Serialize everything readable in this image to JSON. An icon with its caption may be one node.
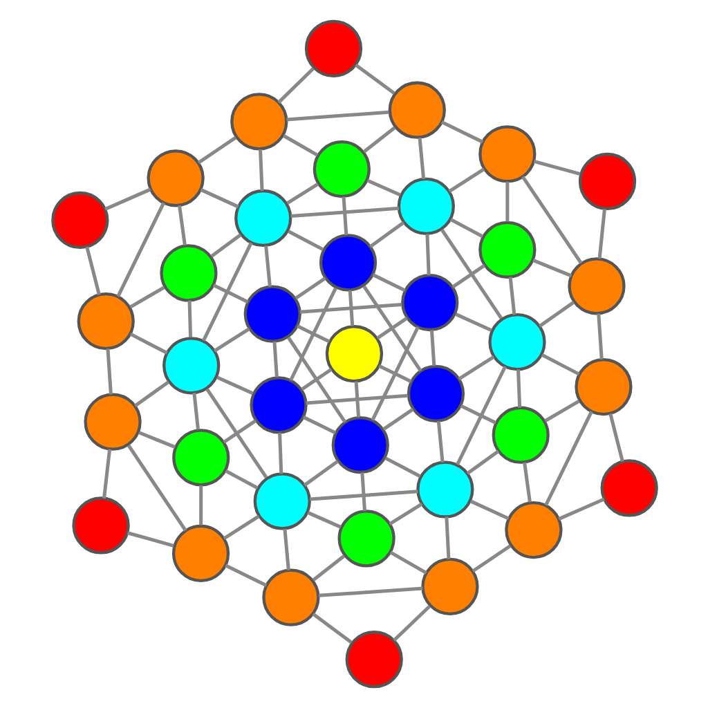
{
  "diagram": {
    "nodes": [
      {
        "text": [],
        "shape": "circle"
      },
      {
        "text": [],
        "shape": "circle"
      },
      {
        "text": [],
        "shape": "circle"
      },
      {
        "text": [],
        "shape": "circle"
      },
      {
        "text": [],
        "shape": "circle"
      },
      {
        "text": [],
        "shape": "circle"
      },
      {
        "text": [],
        "shape": "circle"
      },
      {
        "text": [],
        "shape": "circle"
      },
      {
        "text": [],
        "shape": "circle"
      },
      {
        "text": [],
        "shape": "circle"
      },
      {
        "text": [],
        "shape": "circle"
      },
      {
        "text": [],
        "shape": "circle"
      },
      {
        "text": [],
        "shape": "circle"
      },
      {
        "text": [],
        "shape": "circle"
      },
      {
        "text": [],
        "shape": "circle"
      },
      {
        "text": [],
        "shape": "circle"
      },
      {
        "text": [],
        "shape": "circle"
      },
      {
        "text": [],
        "shape": "circle"
      },
      {
        "text": [],
        "shape": "circle"
      },
      {
        "text": [],
        "shape": "circle"
      },
      {
        "text": [],
        "shape": "circle"
      },
      {
        "text": [],
        "shape": "circle"
      },
      {
        "text": [],
        "shape": "circle"
      },
      {
        "text": [],
        "shape": "circle"
      },
      {
        "text": [],
        "shape": "circle"
      },
      {
        "text": [],
        "shape": "circle"
      },
      {
        "text": [],
        "shape": "circle"
      },
      {
        "text": [],
        "shape": "circle"
      },
      {
        "text": [],
        "shape": "circle"
      },
      {
        "text": [],
        "shape": "circle"
      },
      {
        "text": [],
        "shape": "circle"
      },
      {
        "text": [],
        "shape": "circle"
      },
      {
        "text": [],
        "shape": "circle"
      },
      {
        "text": [],
        "shape": "circle"
      },
      {
        "text": [],
        "shape": "circle"
      },
      {
        "text": [],
        "shape": "circle"
      },
      {
        "text": [],
        "shape": "circle"
      }
    ],
    "edges": [
      {
        "from": 0,
        "to": 1,
        "arrow": "none"
      },
      {
        "from": 0,
        "to": 4,
        "arrow": "none"
      },
      {
        "from": 1,
        "to": 2,
        "arrow": "none"
      },
      {
        "from": 1,
        "to": 4,
        "arrow": "none"
      },
      {
        "from": 1,
        "to": 5,
        "arrow": "none"
      },
      {
        "from": 1,
        "to": 6,
        "arrow": "none"
      },
      {
        "from": 2,
        "to": 3,
        "arrow": "none"
      },
      {
        "from": 2,
        "to": 6,
        "arrow": "none"
      },
      {
        "from": 2,
        "to": 7,
        "arrow": "none"
      },
      {
        "from": 2,
        "to": 8,
        "arrow": "none"
      },
      {
        "from": 3,
        "to": 8,
        "arrow": "none"
      },
      {
        "from": 4,
        "to": 5,
        "arrow": "none"
      },
      {
        "from": 4,
        "to": 9,
        "arrow": "none"
      },
      {
        "from": 4,
        "to": 10,
        "arrow": "none"
      },
      {
        "from": 5,
        "to": 6,
        "arrow": "none"
      },
      {
        "from": 5,
        "to": 10,
        "arrow": "none"
      },
      {
        "from": 5,
        "to": 11,
        "arrow": "none"
      },
      {
        "from": 6,
        "to": 7,
        "arrow": "none"
      },
      {
        "from": 6,
        "to": 10,
        "arrow": "none"
      },
      {
        "from": 6,
        "to": 11,
        "arrow": "none"
      },
      {
        "from": 6,
        "to": 12,
        "arrow": "none"
      },
      {
        "from": 6,
        "to": 13,
        "arrow": "none"
      },
      {
        "from": 7,
        "to": 8,
        "arrow": "none"
      },
      {
        "from": 7,
        "to": 12,
        "arrow": "none"
      },
      {
        "from": 7,
        "to": 13,
        "arrow": "none"
      },
      {
        "from": 8,
        "to": 13,
        "arrow": "none"
      },
      {
        "from": 8,
        "to": 14,
        "arrow": "none"
      },
      {
        "from": 9,
        "to": 10,
        "arrow": "none"
      },
      {
        "from": 9,
        "to": 15,
        "arrow": "none"
      },
      {
        "from": 9,
        "to": 16,
        "arrow": "none"
      },
      {
        "from": 9,
        "to": 22,
        "arrow": "none"
      },
      {
        "from": 10,
        "to": 11,
        "arrow": "none"
      },
      {
        "from": 10,
        "to": 16,
        "arrow": "none"
      },
      {
        "from": 10,
        "to": 17,
        "arrow": "none"
      },
      {
        "from": 10,
        "to": 23,
        "arrow": "none"
      },
      {
        "from": 11,
        "to": 12,
        "arrow": "none"
      },
      {
        "from": 11,
        "to": 17,
        "arrow": "none"
      },
      {
        "from": 11,
        "to": 18,
        "arrow": "none"
      },
      {
        "from": 11,
        "to": 19,
        "arrow": "none"
      },
      {
        "from": 11,
        "to": 24,
        "arrow": "none"
      },
      {
        "from": 12,
        "to": 13,
        "arrow": "none"
      },
      {
        "from": 12,
        "to": 17,
        "arrow": "none"
      },
      {
        "from": 12,
        "to": 18,
        "arrow": "none"
      },
      {
        "from": 12,
        "to": 19,
        "arrow": "none"
      },
      {
        "from": 12,
        "to": 25,
        "arrow": "none"
      },
      {
        "from": 13,
        "to": 14,
        "arrow": "none"
      },
      {
        "from": 13,
        "to": 19,
        "arrow": "none"
      },
      {
        "from": 13,
        "to": 20,
        "arrow": "none"
      },
      {
        "from": 13,
        "to": 26,
        "arrow": "none"
      },
      {
        "from": 14,
        "to": 20,
        "arrow": "none"
      },
      {
        "from": 14,
        "to": 21,
        "arrow": "none"
      },
      {
        "from": 14,
        "to": 27,
        "arrow": "none"
      },
      {
        "from": 15,
        "to": 22,
        "arrow": "none"
      },
      {
        "from": 16,
        "to": 17,
        "arrow": "none"
      },
      {
        "from": 16,
        "to": 22,
        "arrow": "none"
      },
      {
        "from": 16,
        "to": 23,
        "arrow": "none"
      },
      {
        "from": 17,
        "to": 18,
        "arrow": "none"
      },
      {
        "from": 17,
        "to": 23,
        "arrow": "none"
      },
      {
        "from": 17,
        "to": 24,
        "arrow": "none"
      },
      {
        "from": 17,
        "to": 25,
        "arrow": "none"
      },
      {
        "from": 18,
        "to": 19,
        "arrow": "none"
      },
      {
        "from": 18,
        "to": 24,
        "arrow": "none"
      },
      {
        "from": 18,
        "to": 25,
        "arrow": "none"
      },
      {
        "from": 19,
        "to": 20,
        "arrow": "none"
      },
      {
        "from": 19,
        "to": 24,
        "arrow": "none"
      },
      {
        "from": 19,
        "to": 25,
        "arrow": "none"
      },
      {
        "from": 19,
        "to": 26,
        "arrow": "none"
      },
      {
        "from": 20,
        "to": 26,
        "arrow": "none"
      },
      {
        "from": 20,
        "to": 27,
        "arrow": "none"
      },
      {
        "from": 21,
        "to": 27,
        "arrow": "none"
      },
      {
        "from": 22,
        "to": 23,
        "arrow": "none"
      },
      {
        "from": 22,
        "to": 28,
        "arrow": "none"
      },
      {
        "from": 23,
        "to": 24,
        "arrow": "none"
      },
      {
        "from": 23,
        "to": 28,
        "arrow": "none"
      },
      {
        "from": 23,
        "to": 29,
        "arrow": "none"
      },
      {
        "from": 23,
        "to": 30,
        "arrow": "none"
      },
      {
        "from": 24,
        "to": 25,
        "arrow": "none"
      },
      {
        "from": 24,
        "to": 29,
        "arrow": "none"
      },
      {
        "from": 24,
        "to": 30,
        "arrow": "none"
      },
      {
        "from": 25,
        "to": 26,
        "arrow": "none"
      },
      {
        "from": 25,
        "to": 30,
        "arrow": "none"
      },
      {
        "from": 25,
        "to": 31,
        "arrow": "none"
      },
      {
        "from": 26,
        "to": 27,
        "arrow": "none"
      },
      {
        "from": 26,
        "to": 30,
        "arrow": "none"
      },
      {
        "from": 26,
        "to": 31,
        "arrow": "none"
      },
      {
        "from": 26,
        "to": 32,
        "arrow": "none"
      },
      {
        "from": 27,
        "to": 32,
        "arrow": "none"
      },
      {
        "from": 28,
        "to": 29,
        "arrow": "none"
      },
      {
        "from": 28,
        "to": 33,
        "arrow": "none"
      },
      {
        "from": 28,
        "to": 34,
        "arrow": "none"
      },
      {
        "from": 29,
        "to": 30,
        "arrow": "none"
      },
      {
        "from": 29,
        "to": 34,
        "arrow": "none"
      },
      {
        "from": 30,
        "to": 31,
        "arrow": "none"
      },
      {
        "from": 30,
        "to": 34,
        "arrow": "none"
      },
      {
        "from": 30,
        "to": 35,
        "arrow": "none"
      },
      {
        "from": 31,
        "to": 32,
        "arrow": "none"
      },
      {
        "from": 31,
        "to": 35,
        "arrow": "none"
      },
      {
        "from": 32,
        "to": 35,
        "arrow": "none"
      },
      {
        "from": 32,
        "to": 36,
        "arrow": "none"
      },
      {
        "from": 33,
        "to": 34,
        "arrow": "none"
      },
      {
        "from": 34,
        "to": 35,
        "arrow": "none"
      },
      {
        "from": 35,
        "to": 36,
        "arrow": "none"
      }
    ]
  }
}
